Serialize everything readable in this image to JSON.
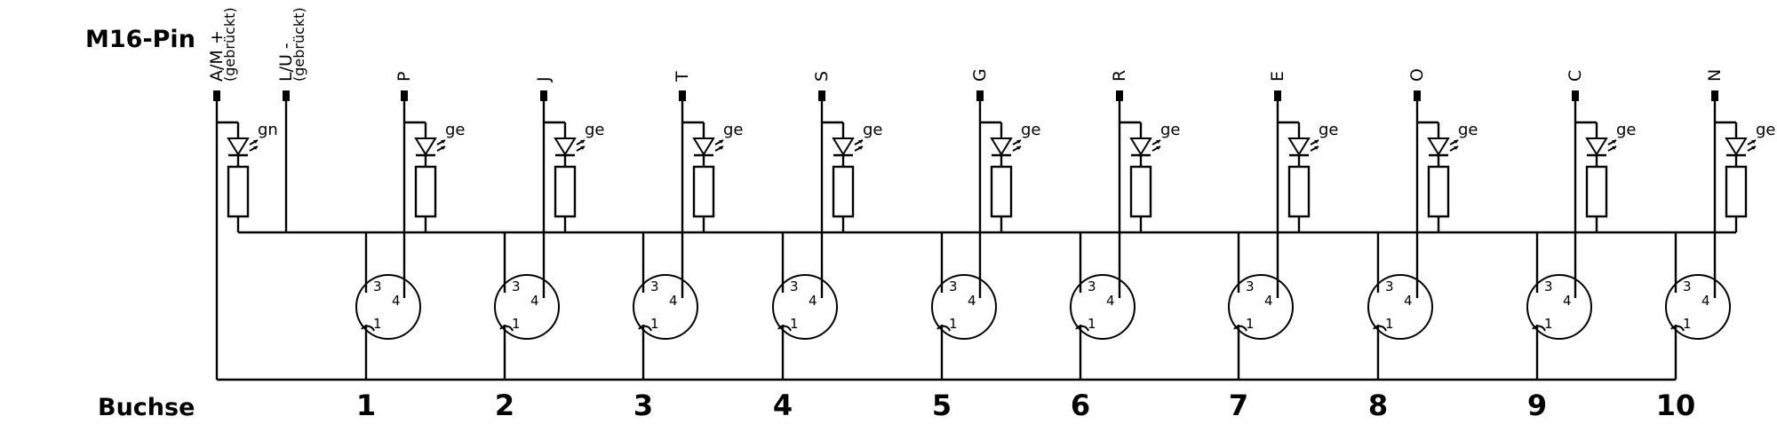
{
  "labels": {
    "header_row": "M16-Pin",
    "footer_row": "Buchse"
  },
  "common_pins": [
    {
      "line1": "A/M +",
      "line2": "(gebrückt)",
      "led_color": "gn"
    },
    {
      "line1": "L/U -",
      "line2": "(gebrückt)"
    }
  ],
  "channels": [
    {
      "pin": "P",
      "led_color": "ge",
      "buchse": "1"
    },
    {
      "pin": "J",
      "led_color": "ge",
      "buchse": "2"
    },
    {
      "pin": "T",
      "led_color": "ge",
      "buchse": "3"
    },
    {
      "pin": "S",
      "led_color": "ge",
      "buchse": "4"
    },
    {
      "pin": "G",
      "led_color": "ge",
      "buchse": "5"
    },
    {
      "pin": "R",
      "led_color": "ge",
      "buchse": "6"
    },
    {
      "pin": "E",
      "led_color": "ge",
      "buchse": "7"
    },
    {
      "pin": "O",
      "led_color": "ge",
      "buchse": "8"
    },
    {
      "pin": "C",
      "led_color": "ge",
      "buchse": "9"
    },
    {
      "pin": "N",
      "led_color": "ge",
      "buchse": "10"
    }
  ],
  "contact_labels": {
    "c3": "3",
    "c4": "4",
    "c1": "1"
  }
}
